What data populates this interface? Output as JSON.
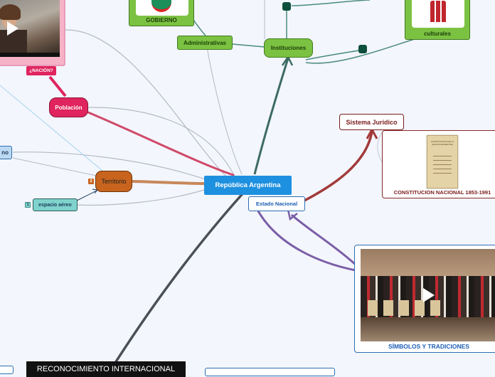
{
  "central": "República Argentina",
  "nodes": {
    "estado_nacional": "Estado Nacional",
    "territorio": "Territorio",
    "poblacion": "Población",
    "instituciones": "Instituciones",
    "administrativas": "Administrativas",
    "gobierno": "GOBIERNO",
    "culturales": "culturales",
    "sistema_juridico": "Sistema Jurídico",
    "espacio_aereo": "espacio aéreo",
    "left_cut": "no",
    "nacion_tag": "¿NACIÓN?",
    "reconocimiento": "RECONOCIMIENTO INTERNACIONAL"
  },
  "badges": {
    "territorio": "2",
    "espacio_aereo": "1"
  },
  "cards": {
    "constitucion": {
      "caption": "CONSTITUCION NACIONAL 1853-1991",
      "doc_title": "CONSTITUCION DE LA NACION ARGENTINA"
    },
    "simbolos": {
      "caption": "SÍMBOLOS Y TRADICIONES"
    }
  },
  "colors": {
    "central": "#1e90e0",
    "territorio": "#c8641e",
    "poblacion": "#e0245e",
    "instituciones": "#7cc242",
    "sistema": "#b02a2a",
    "estado": "#7b5ea7",
    "espacio": "#7fd3cc"
  }
}
